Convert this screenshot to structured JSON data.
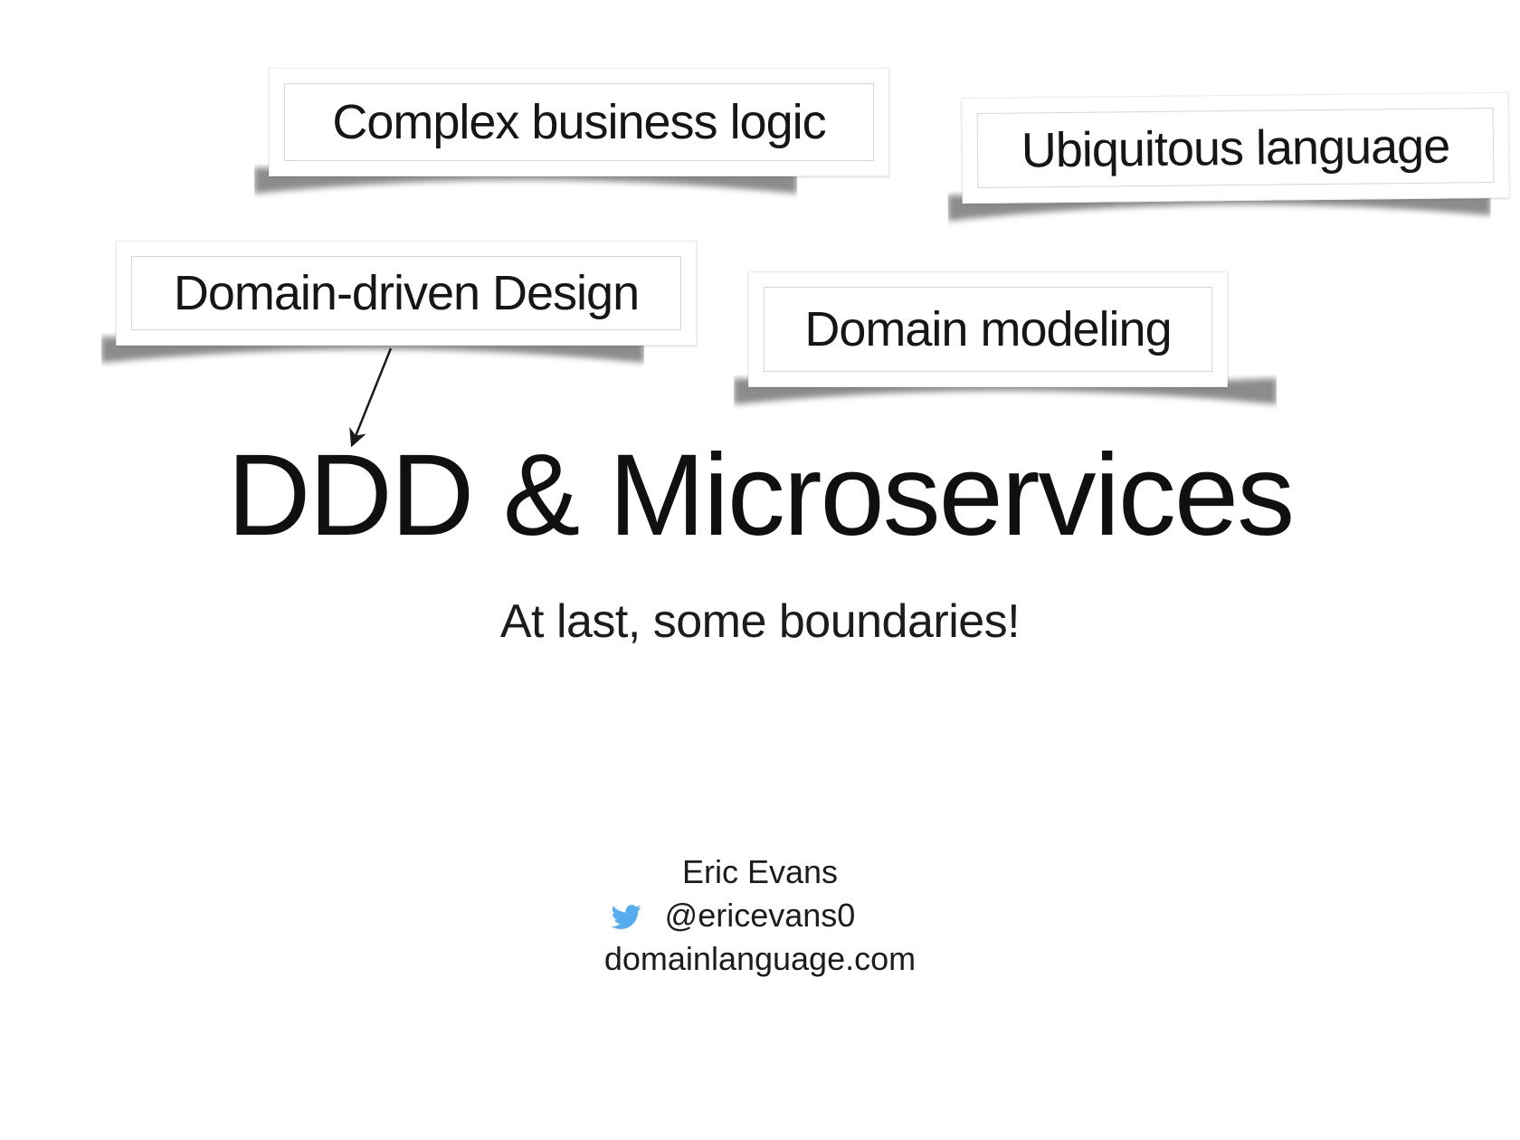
{
  "slide": {
    "background": "#ffffff",
    "sticky_notes": [
      {
        "label": "Complex business logic"
      },
      {
        "label": "Ubiquitous language"
      },
      {
        "label": "Domain-driven Design"
      },
      {
        "label": "Domain modeling"
      }
    ],
    "arrow": {
      "from": "Domain-driven Design",
      "to": "DDD & Microservices"
    },
    "title": "DDD & Microservices",
    "subtitle": "At last, some boundaries!",
    "speaker": {
      "name": "Eric Evans",
      "twitter_handle": "@ericevans0",
      "website": "domainlanguage.com"
    },
    "colors": {
      "text": "#161616",
      "twitter_blue": "#55acee",
      "card_border": "#d6d6d6",
      "shadow": "#000000"
    }
  }
}
